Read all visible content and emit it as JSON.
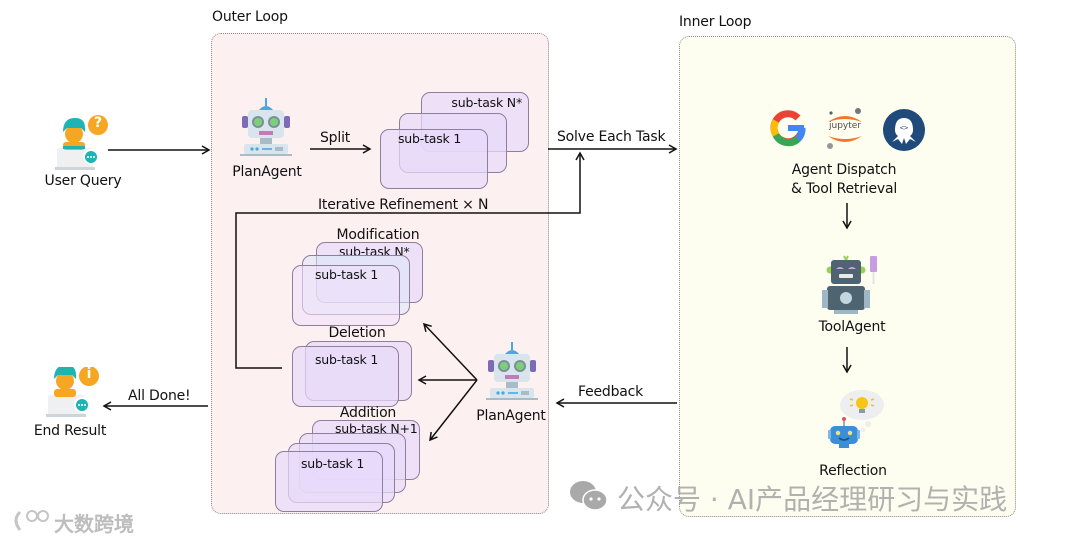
{
  "outer_loop": {
    "title": "Outer Loop",
    "plan_agent_top_label": "PlanAgent",
    "split_label": "Split",
    "subtasks_initial": {
      "front": "sub-task 1",
      "back": "sub-task N*"
    },
    "iterative_refinement_label": "Iterative Refinement × N",
    "modification": {
      "title": "Modification",
      "front": "sub-task 1",
      "back": "sub-task N*"
    },
    "deletion": {
      "title": "Deletion",
      "front": "sub-task 1"
    },
    "addition": {
      "title": "Addition",
      "front": "sub-task 1",
      "back": "sub-task N+1"
    },
    "plan_agent_bottom_label": "PlanAgent"
  },
  "inner_loop": {
    "title": "Inner Loop",
    "tools": [
      {
        "name": "google-icon"
      },
      {
        "name": "jupyter-icon",
        "text": "jupyter"
      },
      {
        "name": "octopus-code-icon"
      }
    ],
    "dispatch_label_line1": "Agent Dispatch",
    "dispatch_label_line2": "& Tool Retrieval",
    "tool_agent_label": "ToolAgent",
    "reflection_label": "Reflection"
  },
  "user_query": {
    "label": "User Query",
    "badge": "?"
  },
  "end_result": {
    "label": "End Result",
    "badge": "i"
  },
  "edges": {
    "solve_each_task": "Solve Each Task",
    "feedback": "Feedback",
    "all_done": "All Done!"
  },
  "watermarks": {
    "wechat": "公众号 · AI产品经理研习与实践",
    "bottom_left": "大数跨境"
  },
  "colors": {
    "outer_bg": "#fdf0f0",
    "inner_bg": "#fefef0",
    "card_fill": "#e8dafa",
    "user_accent": "#f5a623",
    "teal": "#1fb3b3"
  }
}
